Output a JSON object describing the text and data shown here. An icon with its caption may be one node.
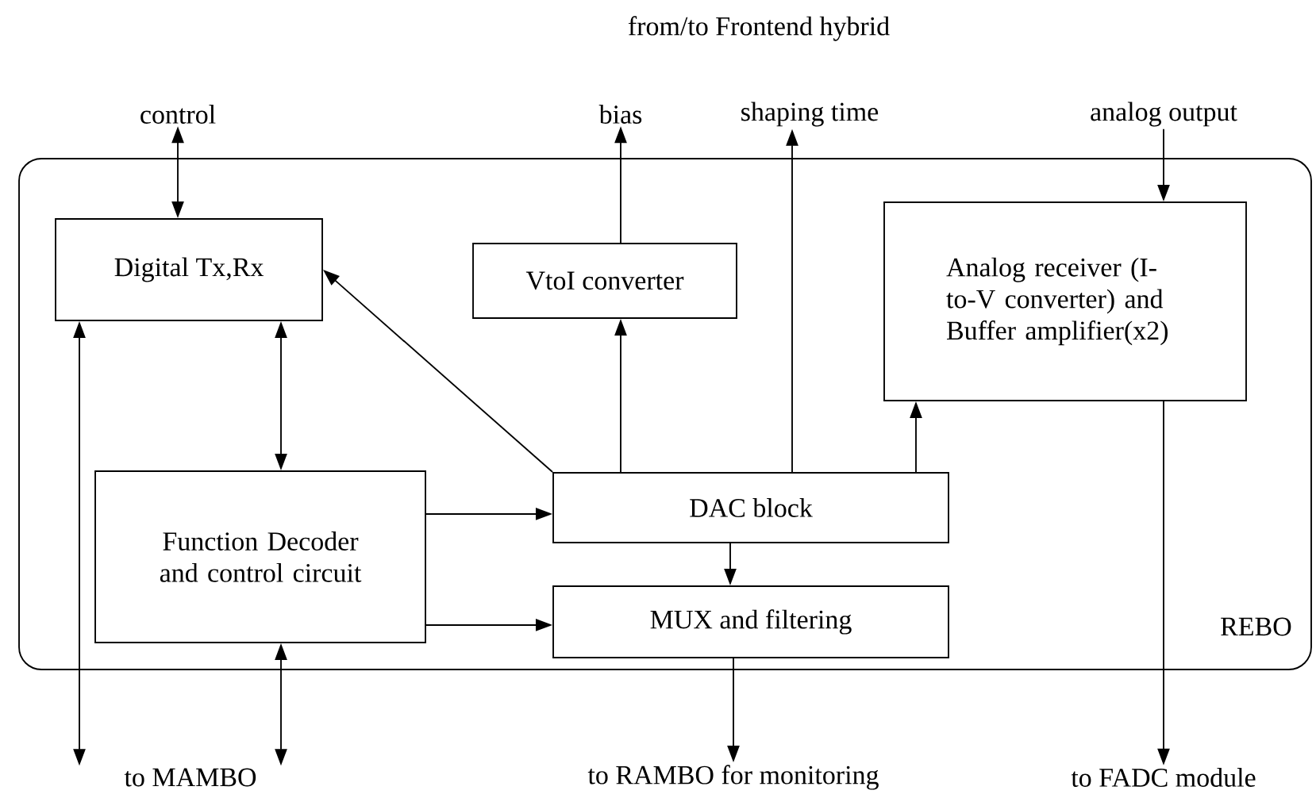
{
  "diagram": {
    "nodes": [
      {
        "text": [
          "REBO"
        ]
      },
      {
        "text": [
          "Digital Tx,Rx"
        ],
        "in": 0
      },
      {
        "text": [
          "VtoI converter"
        ],
        "in": 0
      },
      {
        "text": [
          "Analog receiver (I-to-V converter) and Buffer amplifier(x2)"
        ],
        "in": 0
      },
      {
        "text": [
          "Function Decoder and control circuit"
        ],
        "in": 0
      },
      {
        "text": [
          "DAC block"
        ],
        "in": 0
      },
      {
        "text": [
          "MUX and filtering"
        ],
        "in": 0
      },
      {
        "text": [
          "control"
        ]
      },
      {
        "text": [
          "bias"
        ]
      },
      {
        "text": [
          "shaping time"
        ]
      },
      {
        "text": [
          "analog output"
        ]
      },
      {
        "text": [
          "to MAMBO"
        ]
      },
      {
        "text": [
          "to RAMBO for monitoring"
        ]
      },
      {
        "text": [
          "to FADC module"
        ]
      }
    ],
    "edges": [
      {
        "from": 7,
        "to": 1,
        "arrow": "both"
      },
      {
        "from": 1,
        "to": 11,
        "arrow": "both"
      },
      {
        "from": 1,
        "to": 4,
        "arrow": "both"
      },
      {
        "from": 4,
        "to": 11,
        "arrow": "both"
      },
      {
        "from": 5,
        "to": 1,
        "arrow": "to"
      },
      {
        "from": 5,
        "to": 2,
        "arrow": "to"
      },
      {
        "from": 2,
        "to": 8,
        "arrow": "to"
      },
      {
        "from": 5,
        "to": 9,
        "arrow": "to"
      },
      {
        "from": 5,
        "to": 3,
        "arrow": "to"
      },
      {
        "from": 10,
        "to": 3,
        "arrow": "to"
      },
      {
        "from": 3,
        "to": 13,
        "arrow": "to"
      },
      {
        "from": 4,
        "to": 5,
        "arrow": "to"
      },
      {
        "from": 4,
        "to": 6,
        "arrow": "to"
      },
      {
        "from": 5,
        "to": 6,
        "arrow": "to"
      },
      {
        "from": 6,
        "to": 12,
        "arrow": "to"
      }
    ],
    "labels": [
      "from/to Frontend hybrid"
    ]
  }
}
